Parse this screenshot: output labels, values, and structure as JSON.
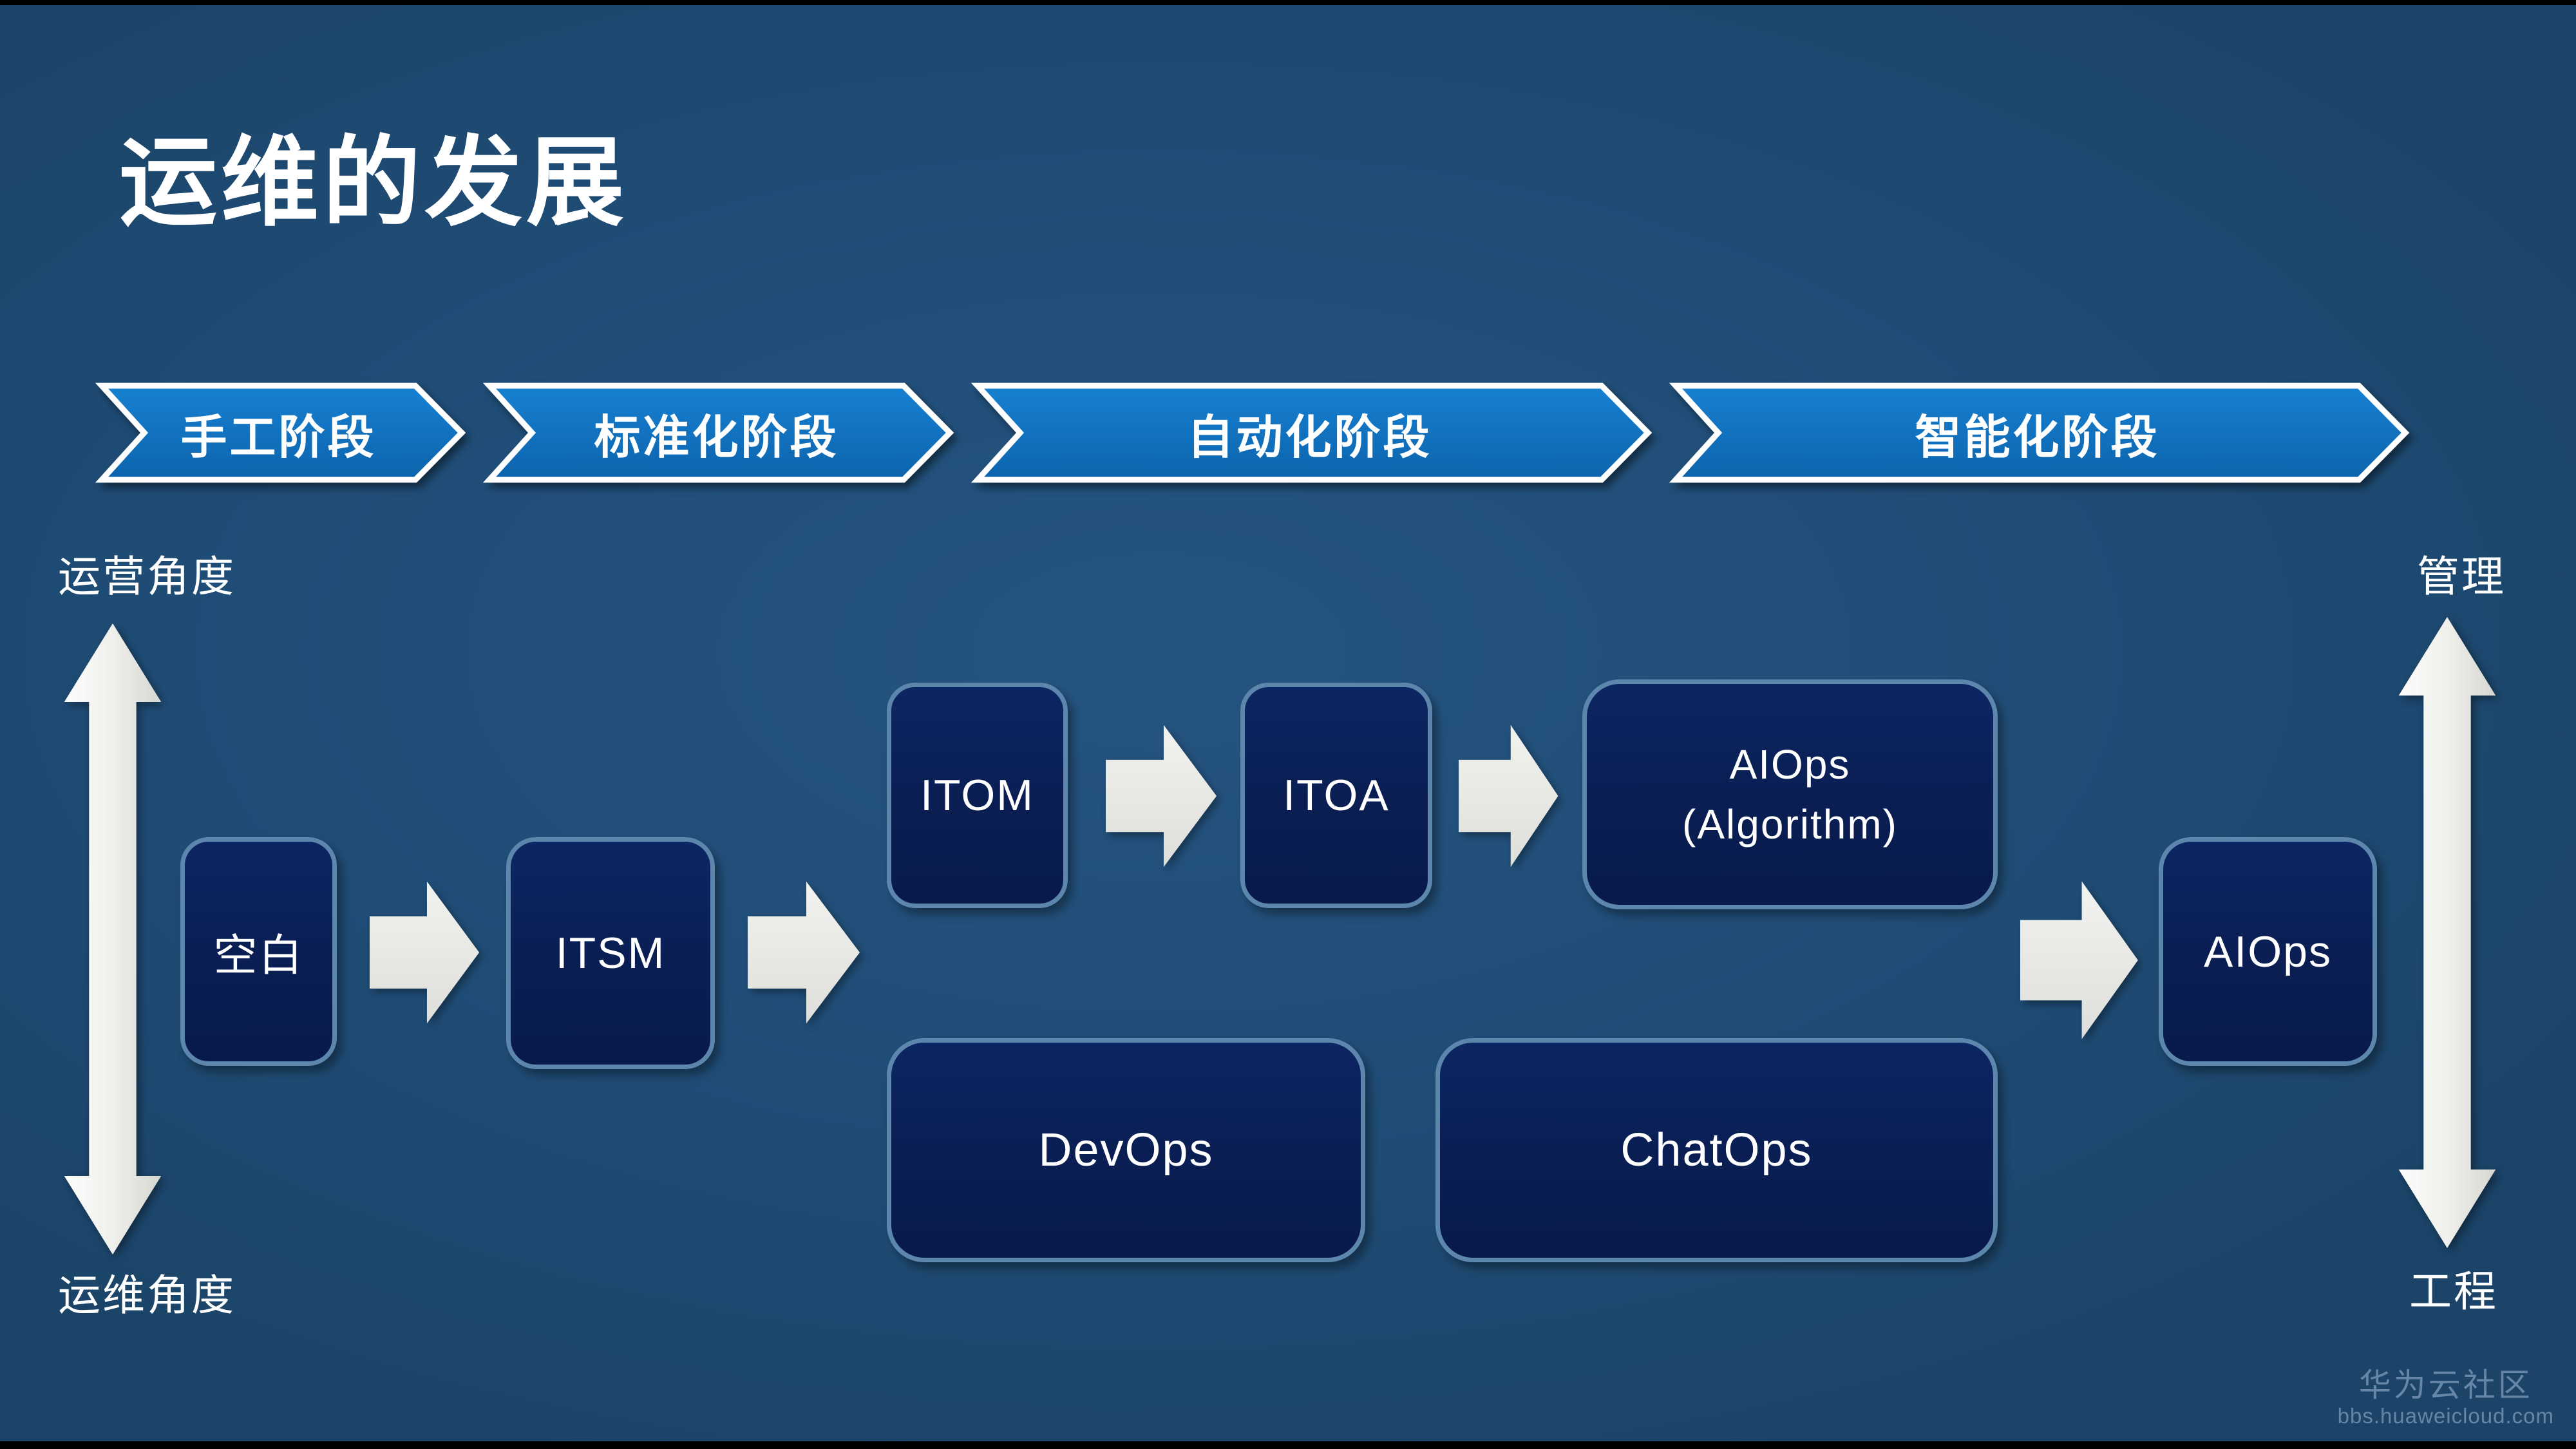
{
  "title": "运维的发展",
  "stages": [
    {
      "id": "manual",
      "label": "手工阶段"
    },
    {
      "id": "standardization",
      "label": "标准化阶段"
    },
    {
      "id": "automation",
      "label": "自动化阶段"
    },
    {
      "id": "intelligence",
      "label": "智能化阶段"
    }
  ],
  "axes": {
    "left": {
      "top": "运营角度",
      "bottom": "运维角度"
    },
    "right": {
      "top": "管理",
      "bottom": "工程"
    }
  },
  "nodes": {
    "blank": {
      "label": "空白"
    },
    "itsm": {
      "label": "ITSM"
    },
    "itom": {
      "label": "ITOM"
    },
    "itoa": {
      "label": "ITOA"
    },
    "aiops_algorithm": {
      "line1": "AIOps",
      "line2": "(Algorithm)"
    },
    "devops": {
      "label": "DevOps"
    },
    "chatops": {
      "label": "ChatOps"
    },
    "aiops": {
      "label": "AIOps"
    }
  },
  "watermark": {
    "brand": "华为云社区",
    "url": "bbs.huaweicloud.com"
  },
  "colors": {
    "background": "#1F4C75",
    "chevron_fill_top": "#1781D2",
    "chevron_fill_bottom": "#0C63AC",
    "node_fill": "#0A1F55",
    "node_border": "#5D86AD",
    "arrow_light": "#E9E9E6",
    "text": "#FFFFFF",
    "watermark": "#7E9CBD"
  }
}
